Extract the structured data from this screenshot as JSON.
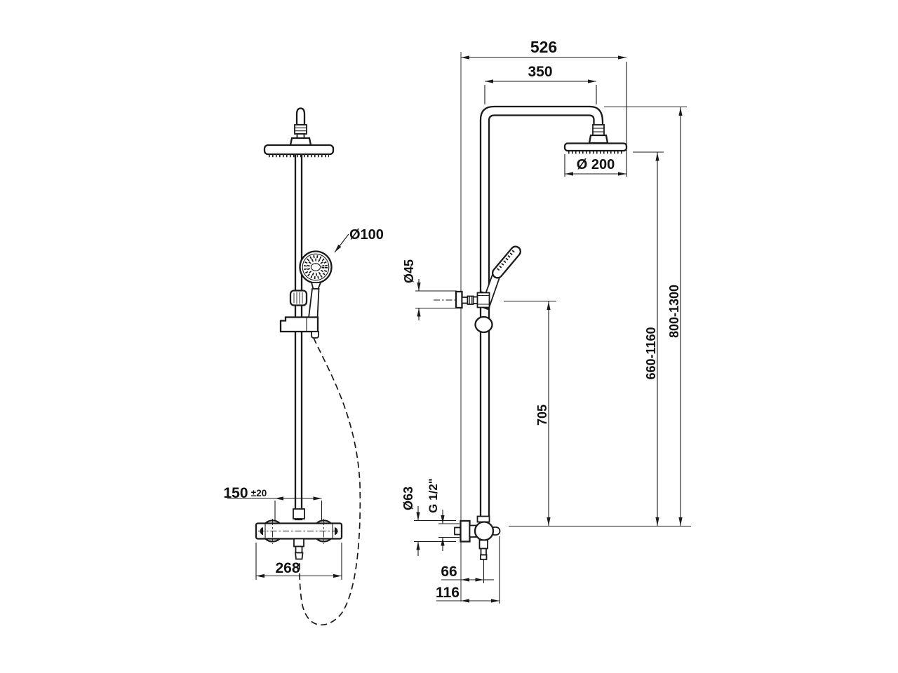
{
  "colors": {
    "line": "#1a1a1a",
    "background": "#ffffff"
  },
  "dimensions": {
    "top_width": "526",
    "arm_reach": "350",
    "head_diameter": "Ø 200",
    "height_to_head_min_max": "660-1160",
    "overall_height_min_max": "800-1300",
    "valve_to_bracket": "705",
    "bracket_diameter": "Ø45",
    "flange_diameter": "Ø63",
    "thread_size": "G 1/2\"",
    "wall_to_outlet": "66",
    "wall_to_front": "116",
    "hand_shower_diameter": "Ø100",
    "inlet_spacing": "150",
    "inlet_tolerance": "±20",
    "valve_width": "268"
  }
}
